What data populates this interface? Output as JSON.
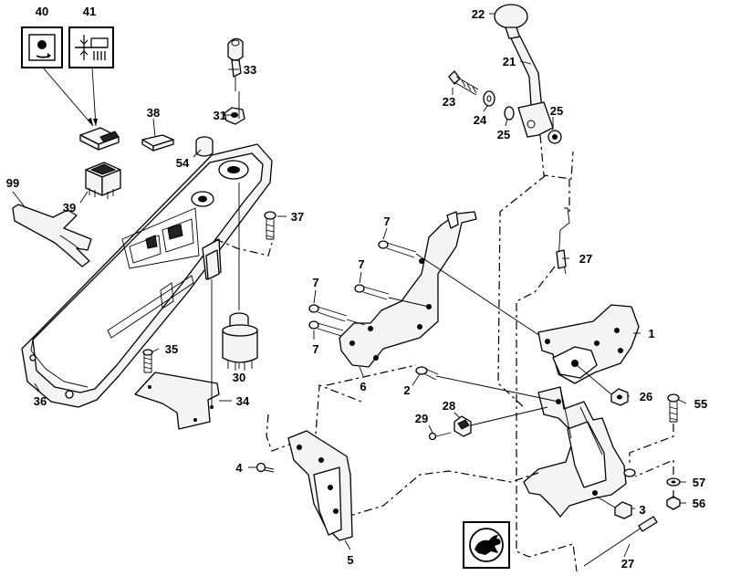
{
  "callouts": {
    "c40": "40",
    "c41": "41",
    "c22": "22",
    "c21": "21",
    "c33": "33",
    "c23": "23",
    "c24": "24",
    "c25a": "25",
    "c25b": "25",
    "c38": "38",
    "c31": "31",
    "c54": "54",
    "c99": "99",
    "c39": "39",
    "c37": "37",
    "c7a": "7",
    "c27a": "27",
    "c7b": "7",
    "c7c": "7",
    "c1": "1",
    "c7d": "7",
    "c35": "35",
    "c30": "30",
    "c6": "6",
    "c26": "26",
    "c36": "36",
    "c34": "34",
    "c2": "2",
    "c28": "28",
    "c55": "55",
    "c29": "29",
    "c4": "4",
    "c57": "57",
    "c3": "3",
    "c56": "56",
    "c5": "5",
    "c27b": "27"
  },
  "icons": {
    "box40": "work-light-rotate-icon",
    "box41": "hydraulic-lever-icon",
    "box_bottom": "hare-fast-speed-icon"
  }
}
